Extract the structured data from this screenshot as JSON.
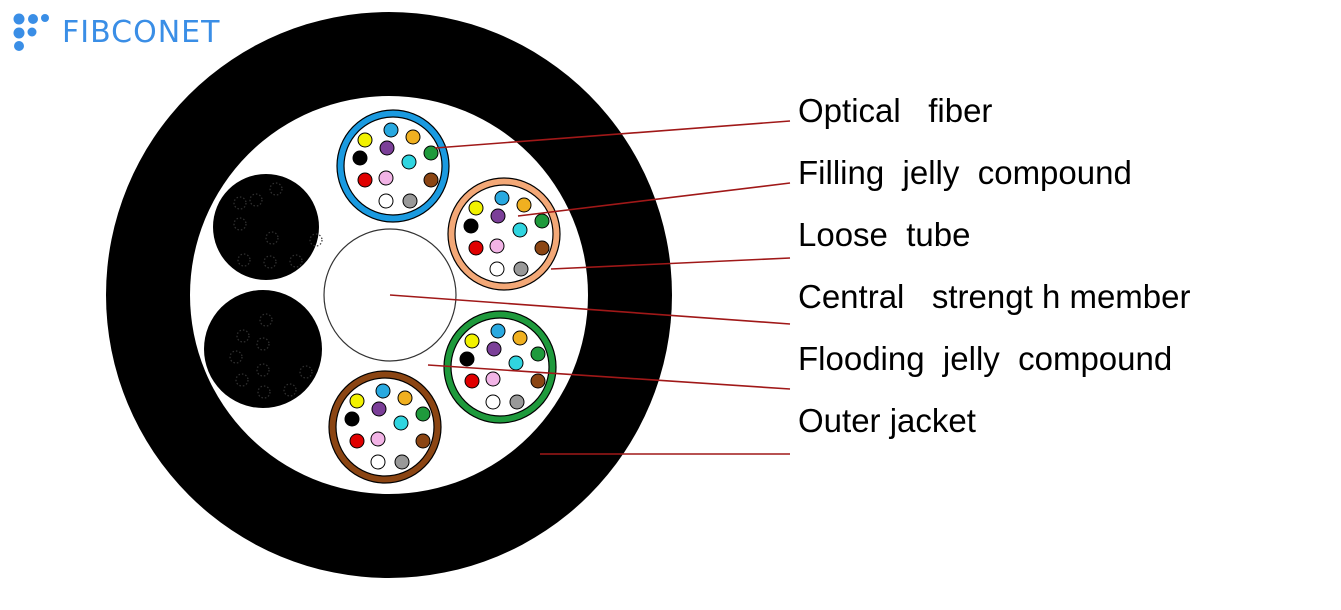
{
  "brand": {
    "name": "FIBCONET",
    "logo_icon": "dot-cluster-logo",
    "color": "#3a8ee6"
  },
  "labels": [
    {
      "id": "optical-fiber",
      "text": "Optical   fiber"
    },
    {
      "id": "filling-jelly",
      "text": "Filling  jelly  compound"
    },
    {
      "id": "loose-tube",
      "text": "Loose  tube"
    },
    {
      "id": "central-strength",
      "text": "Central   strengt h member"
    },
    {
      "id": "flooding-jelly",
      "text": "Flooding  jelly  compound"
    },
    {
      "id": "outer-jacket",
      "text": "Outer jacket"
    }
  ],
  "colors": {
    "leader_line": "#a01818",
    "jacket": "#000000",
    "tube_blue": "#1a9ae0",
    "tube_orange": "#f3a877",
    "tube_green": "#1e9a3c",
    "tube_brown": "#8b4513",
    "fibers": [
      "#29a9e0",
      "#f0b020",
      "#1f9a3c",
      "#7b3f98",
      "#30d5e0",
      "#000000",
      "#8b4513",
      "#e00000",
      "#f2b4e6",
      "#ffffff",
      "#999999",
      "#f2f200"
    ]
  }
}
